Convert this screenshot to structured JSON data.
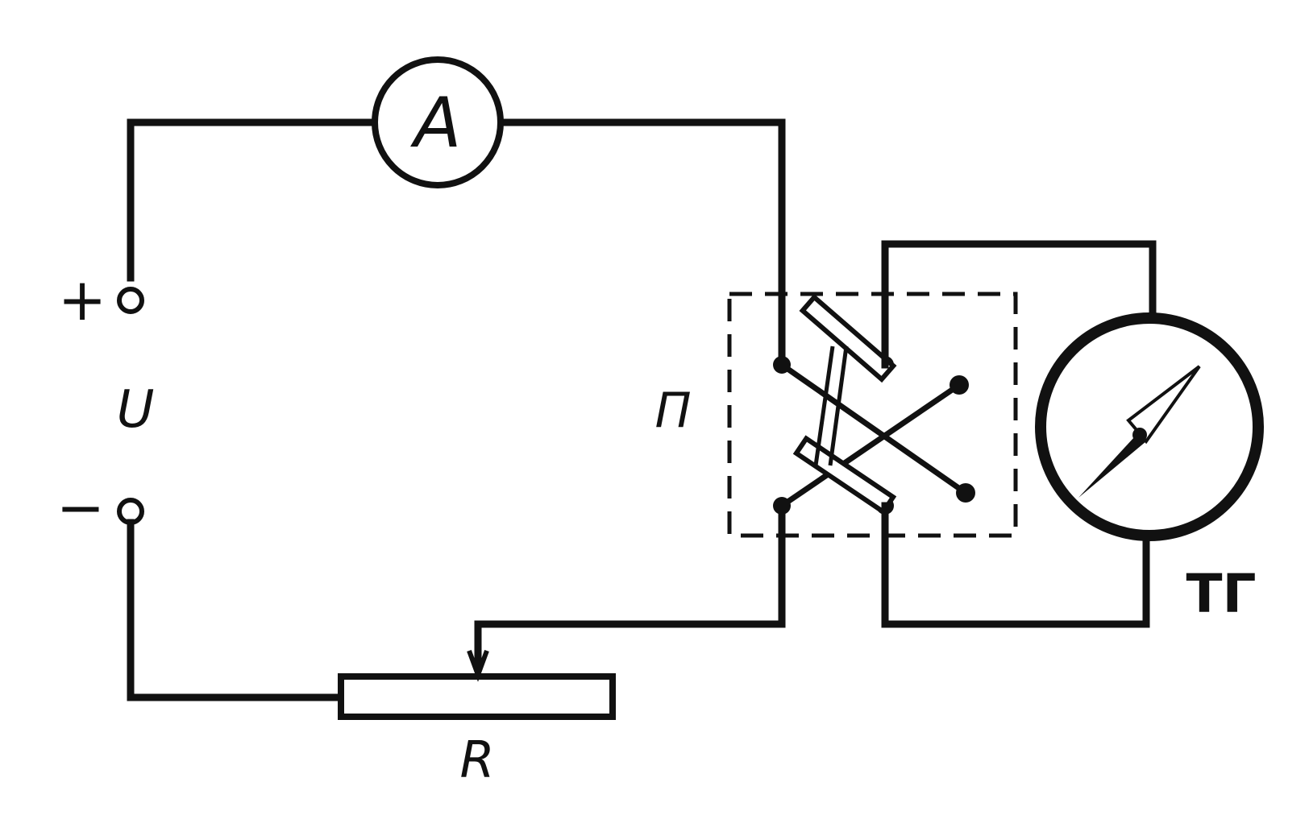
{
  "labels": {
    "ammeter": "A",
    "plus": "+",
    "minus": "−",
    "voltage": "U",
    "switch": "П",
    "galvanometer": "ТГ",
    "rheostat": "R"
  },
  "colors": {
    "ink": "#111111",
    "paper": "#ffffff"
  }
}
